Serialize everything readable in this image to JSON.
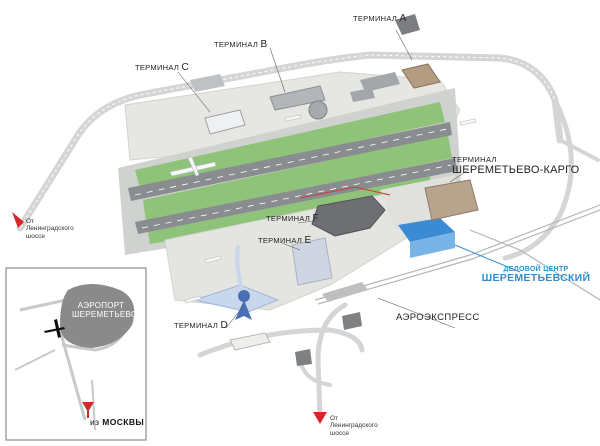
{
  "terminals": {
    "A": {
      "prefix": "ТЕРМИНАЛ",
      "letter": "A"
    },
    "B": {
      "prefix": "ТЕРМИНАЛ",
      "letter": "B"
    },
    "C": {
      "prefix": "ТЕРМИНАЛ",
      "letter": "C"
    },
    "D": {
      "prefix": "ТЕРМИНАЛ",
      "letter": "D"
    },
    "E": {
      "prefix": "ТЕРМИНАЛ",
      "letter": "E"
    },
    "F": {
      "prefix": "ТЕРМИНАЛ",
      "letter": "F"
    },
    "cargo": {
      "line1": "ТЕРМИНАЛ",
      "line2": "ШЕРЕМЕТЬЕВО-КАРГО"
    }
  },
  "business_center": {
    "line1": "ДЕЛОВОЙ ЦЕНТР",
    "line2": "ШЕРЕМЕТЬЕВСКИЙ"
  },
  "aeroexpress": "АЭРОЭКСПРЕСС",
  "road_notes": {
    "leningrad_left": [
      "От",
      "Ленинградского",
      "шоссе"
    ],
    "leningrad_bottom": [
      "От",
      "Ленинградского",
      "шоссе"
    ]
  },
  "inset": {
    "airport_label": [
      "АЭРОПОРТ",
      "ШЕРЕМЕТЬЕВО"
    ],
    "from_moscow_prefix": "из",
    "from_moscow": "МОСКВЫ"
  },
  "colors": {
    "apron": "#e4e4e0",
    "runway": "#8e9092",
    "grass": "#8fc37a",
    "road": "#d2d3d5",
    "arrow": "#d6282b",
    "business_blue": "#2f8fd0",
    "inset_airport": "#8a8a8a"
  }
}
